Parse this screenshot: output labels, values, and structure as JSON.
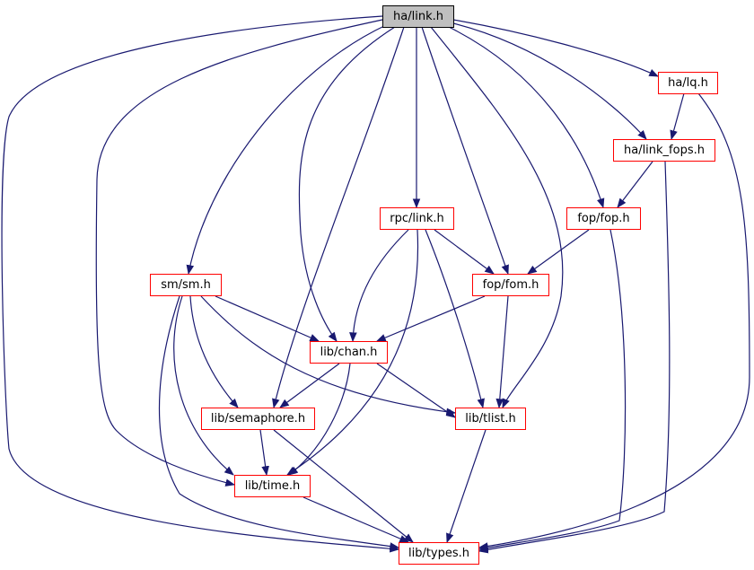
{
  "diagram": {
    "type": "include-dependency-graph",
    "colors": {
      "edge": "#191970",
      "node_border": "#ff0000",
      "root_fill": "#bfbfbf",
      "root_border": "#000000"
    },
    "nodes": {
      "ha_link": "ha/link.h",
      "ha_lq": "ha/lq.h",
      "ha_link_fops": "ha/link_fops.h",
      "fop_fop": "fop/fop.h",
      "rpc_link": "rpc/link.h",
      "fop_fom": "fop/fom.h",
      "sm_sm": "sm/sm.h",
      "lib_chan": "lib/chan.h",
      "lib_semaphore": "lib/semaphore.h",
      "lib_tlist": "lib/tlist.h",
      "lib_time": "lib/time.h",
      "lib_types": "lib/types.h"
    },
    "edges": [
      [
        "ha/link.h",
        "ha/lq.h"
      ],
      [
        "ha/link.h",
        "ha/link_fops.h"
      ],
      [
        "ha/link.h",
        "fop/fop.h"
      ],
      [
        "ha/link.h",
        "rpc/link.h"
      ],
      [
        "ha/link.h",
        "fop/fom.h"
      ],
      [
        "ha/link.h",
        "sm/sm.h"
      ],
      [
        "ha/link.h",
        "lib/chan.h"
      ],
      [
        "ha/link.h",
        "lib/semaphore.h"
      ],
      [
        "ha/link.h",
        "lib/tlist.h"
      ],
      [
        "ha/link.h",
        "lib/time.h"
      ],
      [
        "ha/link.h",
        "lib/types.h"
      ],
      [
        "ha/lq.h",
        "ha/link_fops.h"
      ],
      [
        "ha/lq.h",
        "lib/types.h"
      ],
      [
        "ha/link_fops.h",
        "fop/fop.h"
      ],
      [
        "ha/link_fops.h",
        "lib/types.h"
      ],
      [
        "fop/fop.h",
        "fop/fom.h"
      ],
      [
        "fop/fop.h",
        "lib/types.h"
      ],
      [
        "rpc/link.h",
        "fop/fom.h"
      ],
      [
        "rpc/link.h",
        "lib/chan.h"
      ],
      [
        "rpc/link.h",
        "lib/tlist.h"
      ],
      [
        "rpc/link.h",
        "lib/time.h"
      ],
      [
        "fop/fom.h",
        "lib/chan.h"
      ],
      [
        "fop/fom.h",
        "lib/tlist.h"
      ],
      [
        "sm/sm.h",
        "lib/chan.h"
      ],
      [
        "sm/sm.h",
        "lib/semaphore.h"
      ],
      [
        "sm/sm.h",
        "lib/tlist.h"
      ],
      [
        "sm/sm.h",
        "lib/time.h"
      ],
      [
        "sm/sm.h",
        "lib/types.h"
      ],
      [
        "lib/chan.h",
        "lib/semaphore.h"
      ],
      [
        "lib/chan.h",
        "lib/tlist.h"
      ],
      [
        "lib/chan.h",
        "lib/time.h"
      ],
      [
        "lib/semaphore.h",
        "lib/time.h"
      ],
      [
        "lib/semaphore.h",
        "lib/types.h"
      ],
      [
        "lib/tlist.h",
        "lib/types.h"
      ],
      [
        "lib/time.h",
        "lib/types.h"
      ]
    ]
  }
}
